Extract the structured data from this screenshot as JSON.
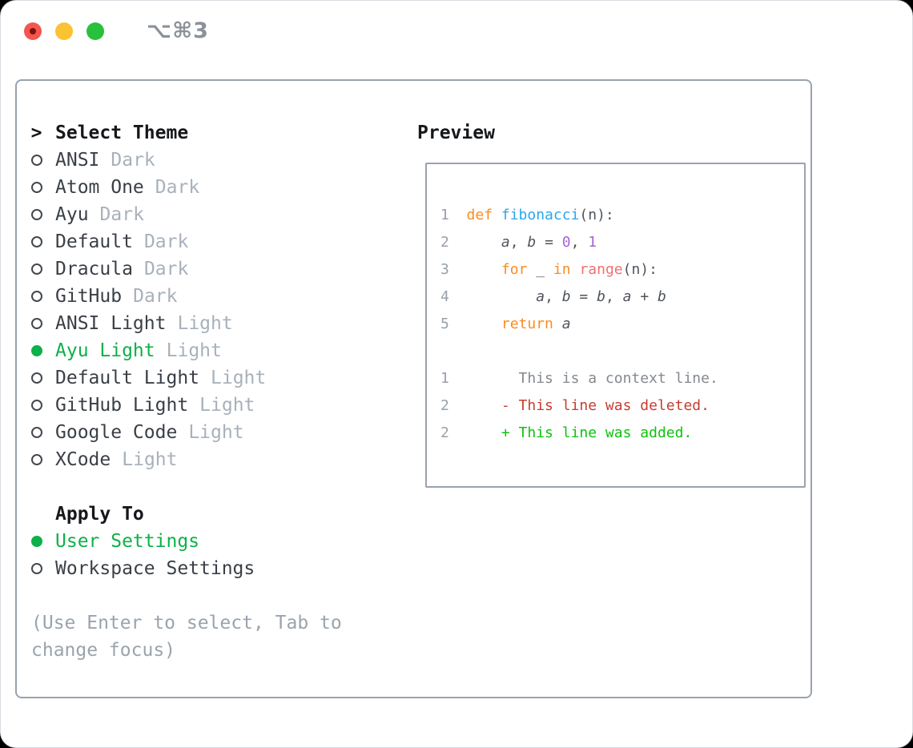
{
  "titlebar": {
    "title": "⌥⌘3"
  },
  "theme_panel": {
    "header_marker": ">",
    "header": "Select Theme",
    "items": [
      {
        "name": "ANSI",
        "tag": "Dark",
        "selected": false
      },
      {
        "name": "Atom One",
        "tag": "Dark",
        "selected": false
      },
      {
        "name": "Ayu",
        "tag": "Dark",
        "selected": false
      },
      {
        "name": "Default",
        "tag": "Dark",
        "selected": false
      },
      {
        "name": "Dracula",
        "tag": "Dark",
        "selected": false
      },
      {
        "name": "GitHub",
        "tag": "Dark",
        "selected": false
      },
      {
        "name": "ANSI Light",
        "tag": "Light",
        "selected": false
      },
      {
        "name": "Ayu Light",
        "tag": "Light",
        "selected": true
      },
      {
        "name": "Default Light",
        "tag": "Light",
        "selected": false
      },
      {
        "name": "GitHub Light",
        "tag": "Light",
        "selected": false
      },
      {
        "name": "Google Code",
        "tag": "Light",
        "selected": false
      },
      {
        "name": "XCode",
        "tag": "Light",
        "selected": false
      }
    ]
  },
  "apply_panel": {
    "header": "Apply To",
    "items": [
      {
        "name": "User Settings",
        "selected": true
      },
      {
        "name": "Workspace Settings",
        "selected": false
      }
    ]
  },
  "help_text": "(Use Enter to select, Tab to change focus)",
  "preview": {
    "header": "Preview",
    "lines": [
      [
        [
          "1  ",
          "ln"
        ],
        [
          "def ",
          "kw"
        ],
        [
          "fibonacci",
          "fn"
        ],
        [
          "(n):",
          "fg"
        ]
      ],
      [
        [
          "2  ",
          "ln"
        ],
        [
          "    ",
          "fg"
        ],
        [
          "a",
          "var"
        ],
        [
          ", ",
          "fg"
        ],
        [
          "b",
          "var"
        ],
        [
          " = ",
          "fg"
        ],
        [
          "0",
          "num"
        ],
        [
          ", ",
          "fg"
        ],
        [
          "1",
          "num"
        ]
      ],
      [
        [
          "3  ",
          "ln"
        ],
        [
          "    ",
          "fg"
        ],
        [
          "for",
          "kw"
        ],
        [
          " _ ",
          "fg"
        ],
        [
          "in",
          "kw"
        ],
        [
          " ",
          "fg"
        ],
        [
          "range",
          "bi"
        ],
        [
          "(n):",
          "fg"
        ]
      ],
      [
        [
          "4  ",
          "ln"
        ],
        [
          "        ",
          "fg"
        ],
        [
          "a",
          "var"
        ],
        [
          ", ",
          "fg"
        ],
        [
          "b",
          "var"
        ],
        [
          " = ",
          "fg"
        ],
        [
          "b",
          "var"
        ],
        [
          ", ",
          "fg"
        ],
        [
          "a",
          "var"
        ],
        [
          " + ",
          "fg"
        ],
        [
          "b",
          "var"
        ]
      ],
      [
        [
          "5  ",
          "ln"
        ],
        [
          "    ",
          "fg"
        ],
        [
          "return",
          "kw"
        ],
        [
          " ",
          "fg"
        ],
        [
          "a",
          "var"
        ]
      ],
      [
        [
          " ",
          "fg"
        ]
      ],
      [
        [
          "1  ",
          "ln"
        ],
        [
          "      ",
          "fg"
        ],
        [
          "This is a context line.",
          "ctx"
        ]
      ],
      [
        [
          "2  ",
          "ln"
        ],
        [
          "    ",
          "fg"
        ],
        [
          "- This line was deleted.",
          "del"
        ]
      ],
      [
        [
          "2  ",
          "ln"
        ],
        [
          "    ",
          "fg"
        ],
        [
          "+ This line was added.",
          "add"
        ]
      ]
    ]
  },
  "colors": {
    "tl-red": "#f4554e",
    "tl-red-dot": "#7c120c",
    "tl-yellow": "#fbc231",
    "tl-green": "#27c13c",
    "title-gray": "#8b9199",
    "box-border": "#9aa2ad",
    "ink": "#15171b",
    "item": "#3a3f46",
    "tag": "#a8b1bb",
    "circle": "#43484f",
    "green": "#0db149",
    "help": "#9aa3ad",
    "lineno": "#97a0aa",
    "code-fg": "#4f555c",
    "keyword": "#fa8c22",
    "function": "#2ba7ea",
    "number": "#a564d3",
    "builtin": "#f0716f",
    "context": "#84898f",
    "deleted": "#c63d30",
    "added": "#0cc30c"
  }
}
